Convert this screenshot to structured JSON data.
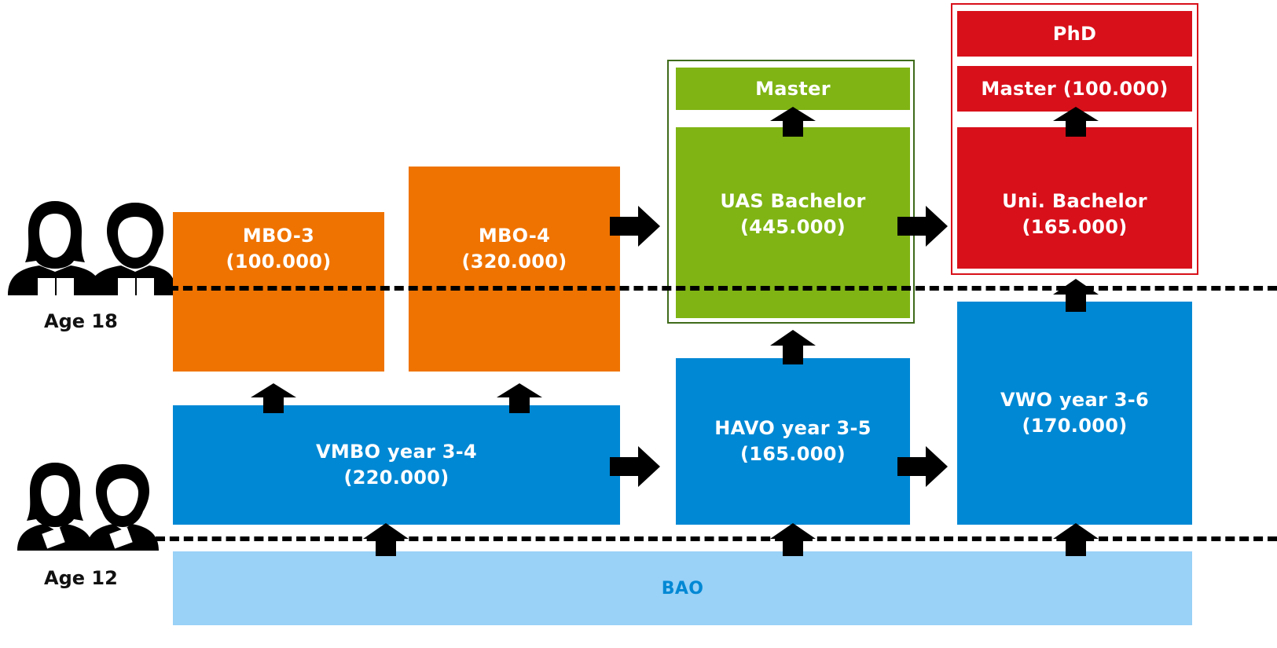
{
  "ages": {
    "age18": "Age 18",
    "age12": "Age 12"
  },
  "boxes": {
    "mbo3": {
      "line1": "MBO-3",
      "line2": "(100.000)"
    },
    "mbo4": {
      "line1": "MBO-4",
      "line2": "(320.000)"
    },
    "uas_master": {
      "line1": "Master"
    },
    "uas_bachelor": {
      "line1": "UAS Bachelor",
      "line2": "(445.000)"
    },
    "phd": {
      "line1": "PhD"
    },
    "uni_master": {
      "line1": "Master (100.000)"
    },
    "uni_bachelor": {
      "line1": "Uni. Bachelor",
      "line2": "(165.000)"
    },
    "vmbo": {
      "line1": "VMBO year 3-4",
      "line2": "(220.000)"
    },
    "havo": {
      "line1": "HAVO year 3-5",
      "line2": "(165.000)"
    },
    "vwo": {
      "line1": "VWO year 3-6",
      "line2": "(170.000)"
    },
    "bao": {
      "line1": "BAO"
    }
  },
  "colors": {
    "mbo": "#ef7300",
    "secondary": "#0088d4",
    "primary": "#99d1f7",
    "uas": "#7fb414",
    "university": "#d8101a"
  },
  "icons": [
    "students-reading-icon",
    "students-writing-icon",
    "arrow-up-icon",
    "arrow-right-icon"
  ]
}
